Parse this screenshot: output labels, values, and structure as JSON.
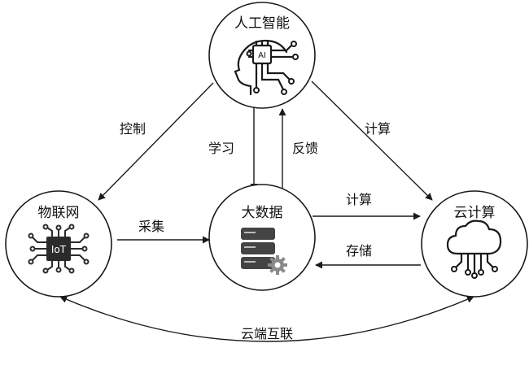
{
  "nodes": {
    "ai": {
      "title": "人工智能",
      "chip_text": "AI",
      "icon": "ai-head-chip-icon"
    },
    "iot": {
      "title": "物联网",
      "chip_text": "IoT",
      "icon": "iot-chip-icon"
    },
    "bigdata": {
      "title": "大数据",
      "icon": "database-gear-icon"
    },
    "cloud": {
      "title": "云计算",
      "icon": "cloud-network-icon"
    }
  },
  "edges": {
    "ai_to_iot": "控制",
    "ai_to_bigdata": "学习",
    "bigdata_to_ai": "反馈",
    "ai_to_cloud": "计算",
    "iot_to_bigdata": "采集",
    "bigdata_to_cloud": "计算",
    "cloud_to_bigdata": "存储",
    "iot_cloud": "云端互联"
  },
  "colors": {
    "line": "#1a1a1a",
    "chip": "#2b2b2b",
    "db": "#444444",
    "gear": "#8a8a8a"
  }
}
